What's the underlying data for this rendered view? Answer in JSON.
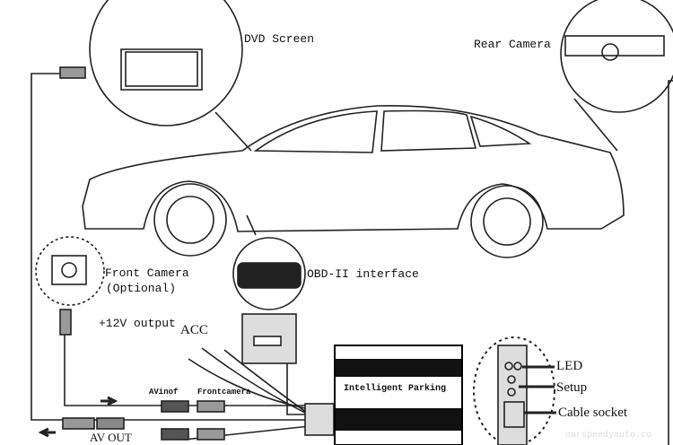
{
  "labels": {
    "dvd_screen": "DVD Screen",
    "rear_camera": "Rear Camera",
    "front_camera": "Front Camera",
    "front_camera_optional": "(Optional)",
    "obd_interface": "OBD-II interface",
    "power_output": "+12V output",
    "acc": "ACC",
    "av_in": "AVinof",
    "front_camera_plug": "Frontcamera",
    "av_out": "AV OUT",
    "module": "Intelligent Parking",
    "led": "LED",
    "setup": "Setup",
    "cable_socket": "Cable socket"
  },
  "watermark": "carspeedyauto.co"
}
